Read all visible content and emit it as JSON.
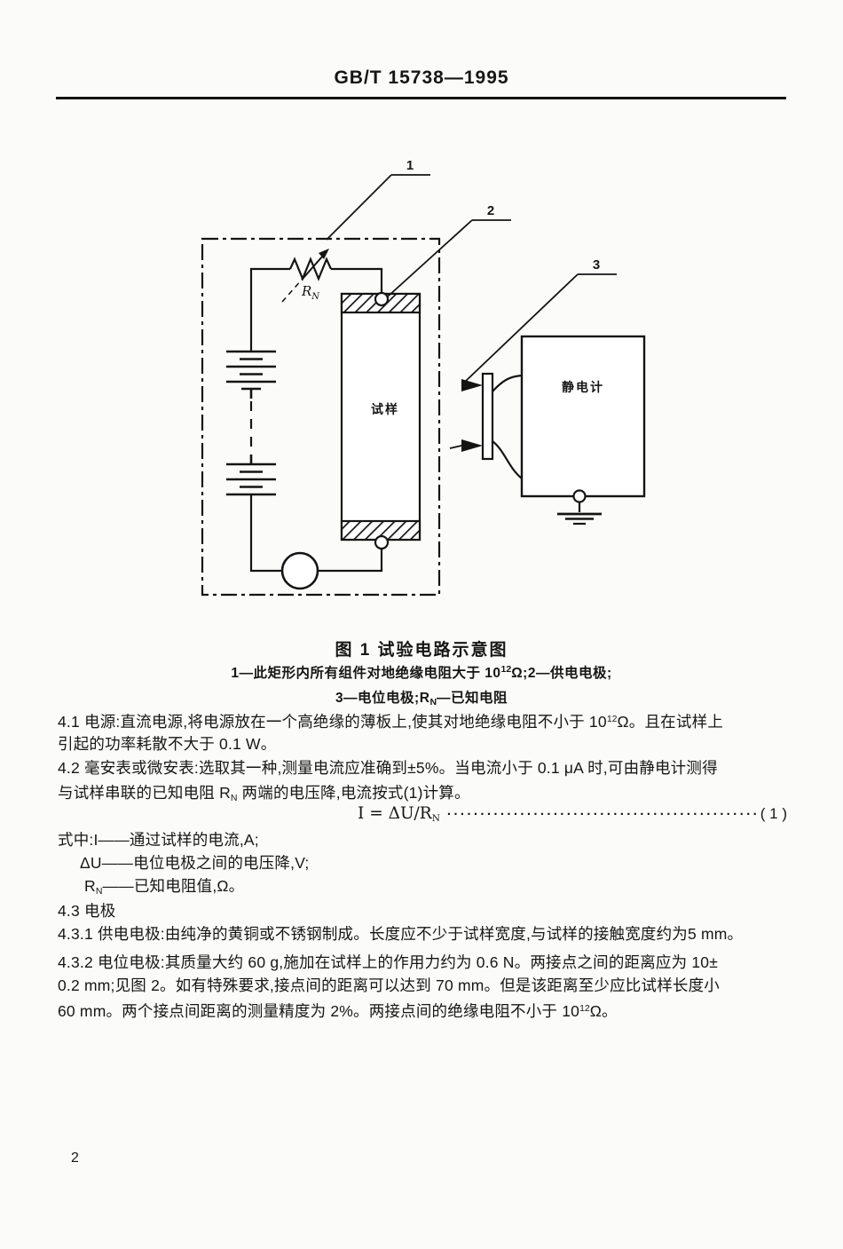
{
  "colors": {
    "ink": "#161616",
    "paper": "#fbfbf9"
  },
  "header": {
    "title": "GB/T 15738—1995"
  },
  "figure": {
    "caption": "图 1  试验电路示意图",
    "legend_line1_runs": [
      {
        "t": "1—此矩形内所有组件对地绝缘电阻大于 10"
      },
      {
        "t": "12",
        "s": "sup"
      },
      {
        "t": "Ω;2—供电电极;"
      }
    ],
    "legend_line2_runs": [
      {
        "t": "3—电位电极;"
      },
      {
        "t": "R",
        "s": "i"
      },
      {
        "t": "N",
        "s": "subn"
      },
      {
        "t": "—已知电阻"
      }
    ],
    "labels": {
      "callout1": "1",
      "callout2": "2",
      "callout3": "3",
      "resistor_symbol": "R",
      "resistor_symbol_sub": "N",
      "specimen": "试样",
      "electrometer": "静电计"
    }
  },
  "formula": {
    "expr_runs": [
      {
        "t": "I",
        "s": "i"
      },
      {
        "t": " = Δ"
      },
      {
        "t": "U",
        "s": "i"
      },
      {
        "t": "/"
      },
      {
        "t": "R",
        "s": "i"
      },
      {
        "t": "N",
        "s": "subn"
      }
    ],
    "dots": "····························································",
    "number": "( 1 )"
  },
  "body": {
    "lines": [
      {
        "runs": [
          {
            "t": "4.1  电源:直流电源,将电源放在一个高绝缘的薄板上,使其对地绝缘电阻不小于 10"
          },
          {
            "t": "12",
            "s": "sup"
          },
          {
            "t": "Ω。且在试样上"
          }
        ]
      },
      {
        "runs": [
          {
            "t": "引起的功率耗散不大于 0.1 W。"
          }
        ]
      },
      {
        "runs": [
          {
            "t": "4.2  毫安表或微安表:选取其一种,测量电流应准确到±5%。当电流小于 0.1 μA 时,可由静电计测得"
          }
        ]
      },
      {
        "runs": [
          {
            "t": "与试样串联的已知电阻 "
          },
          {
            "t": "R",
            "s": "i"
          },
          {
            "t": "N",
            "s": "subn"
          },
          {
            "t": " 两端的电压降,电流按式(1)计算。"
          }
        ]
      },
      {
        "runs": [
          {
            "t": "式中:"
          },
          {
            "t": "I",
            "s": "i"
          },
          {
            "t": "——通过试样的电流,A;"
          }
        ]
      },
      {
        "runs": [
          {
            "t": "Δ"
          },
          {
            "t": "U",
            "s": "i"
          },
          {
            "t": "——电位电极之间的电压降,V;"
          }
        ]
      },
      {
        "runs": [
          {
            "t": "R",
            "s": "i"
          },
          {
            "t": "N",
            "s": "subn"
          },
          {
            "t": "——已知电阻值,Ω。"
          }
        ]
      },
      {
        "runs": [
          {
            "t": "4.3  电极"
          }
        ]
      },
      {
        "runs": [
          {
            "t": "4.3.1  供电电极:由纯净的黄铜或不锈钢制成。长度应不少于试样宽度,与试样的接触宽度约为5 mm。"
          }
        ]
      },
      {
        "runs": [
          {
            "t": "4.3.2  电位电极:其质量大约 60 g,施加在试样上的作用力约为 0.6 N。两接点之间的距离应为 10±"
          }
        ]
      },
      {
        "runs": [
          {
            "t": "0.2 mm;见图 2。如有特殊要求,接点间的距离可以达到 70 mm。但是该距离至少应比试样长度小"
          }
        ]
      },
      {
        "runs": [
          {
            "t": "60 mm。两个接点间距离的测量精度为 2%。两接点间的绝缘电阻不小于 10"
          },
          {
            "t": "12",
            "s": "sup"
          },
          {
            "t": "Ω。"
          }
        ]
      }
    ]
  },
  "footer": {
    "page_number": "2"
  }
}
